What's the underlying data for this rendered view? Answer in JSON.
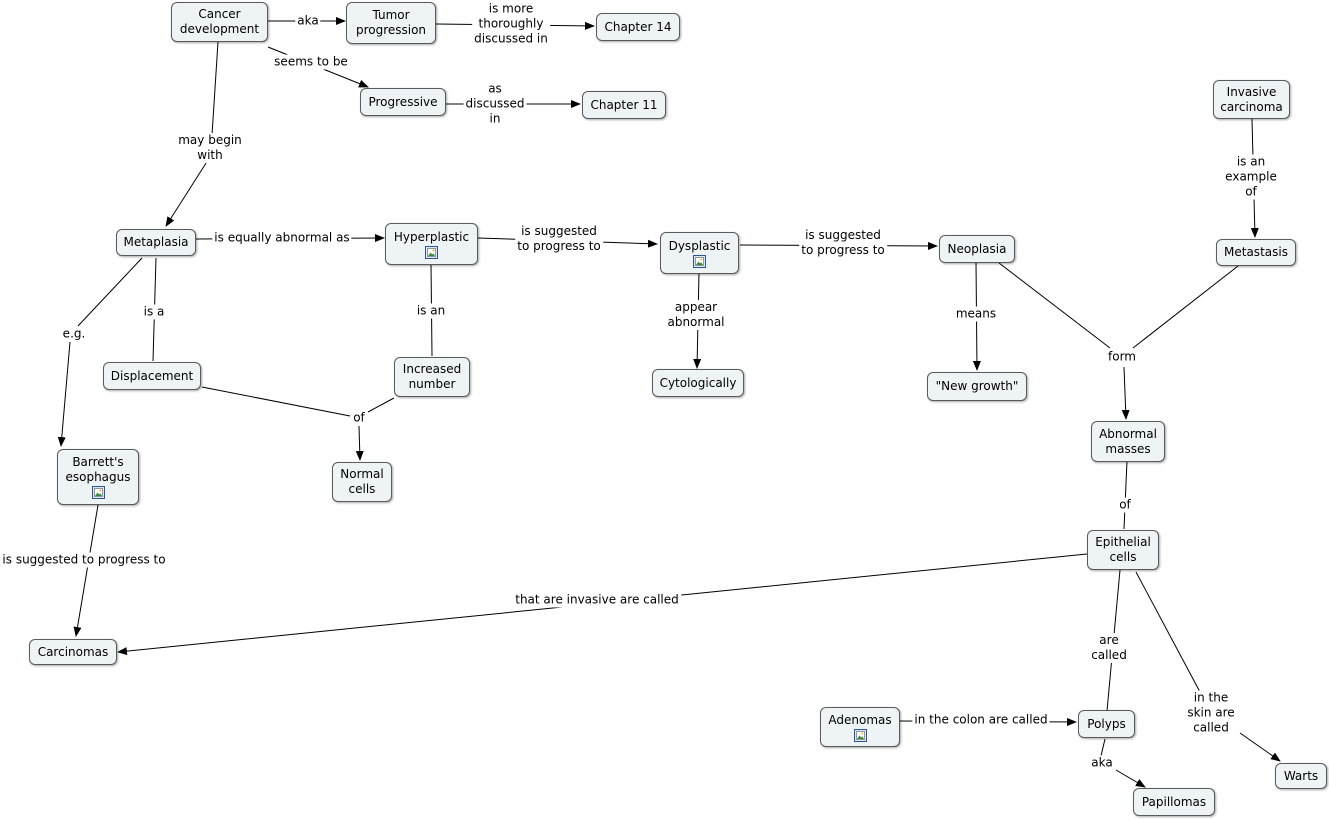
{
  "concepts": {
    "cancer_development": "Cancer\ndevelopment",
    "tumor_progression": "Tumor\nprogression",
    "chapter_14": "Chapter 14",
    "progressive": "Progressive",
    "chapter_11": "Chapter 11",
    "invasive_carcinoma": "Invasive\ncarcinoma",
    "metaplasia": "Metaplasia",
    "hyperplastic": "Hyperplastic",
    "dysplastic": "Dysplastic",
    "neoplasia": "Neoplasia",
    "metastasis": "Metastasis",
    "displacement": "Displacement",
    "increased_number": "Increased\nnumber",
    "cytologically": "Cytologically",
    "new_growth": "\"New growth\"",
    "normal_cells": "Normal\ncells",
    "barretts_esophagus": "Barrett's\nesophagus",
    "abnormal_masses": "Abnormal\nmasses",
    "epithelial_cells": "Epithelial\ncells",
    "carcinomas": "Carcinomas",
    "adenomas": "Adenomas",
    "polyps": "Polyps",
    "warts": "Warts",
    "papillomas": "Papillomas"
  },
  "links": {
    "aka_1": "aka",
    "more_thoroughly": "is more\nthoroughly\ndiscussed in",
    "seems_to_be": "seems to be",
    "as_discussed_in": "as\ndiscussed\nin",
    "may_begin_with": "may begin\nwith",
    "equally_abnormal": "is equally abnormal as",
    "suggested_progress_1": "is suggested\nto progress to",
    "suggested_progress_2": "is suggested\nto progress to",
    "is_an_example_of": "is an\nexample\nof",
    "eg": "e.g.",
    "is_a": "is a",
    "is_an": "is an",
    "appear_abnormal": "appear\nabnormal",
    "means": "means",
    "form": "form",
    "of_1": "of",
    "of_2": "of",
    "suggested_progress_3": "is suggested to progress to",
    "invasive_called": "that are invasive are called",
    "are_called": "are\ncalled",
    "in_skin_called": "in the\nskin are\ncalled",
    "in_colon_called": "in the colon are called",
    "aka_2": "aka"
  },
  "icons": {
    "image_attachment": "image-attachment-icon"
  }
}
